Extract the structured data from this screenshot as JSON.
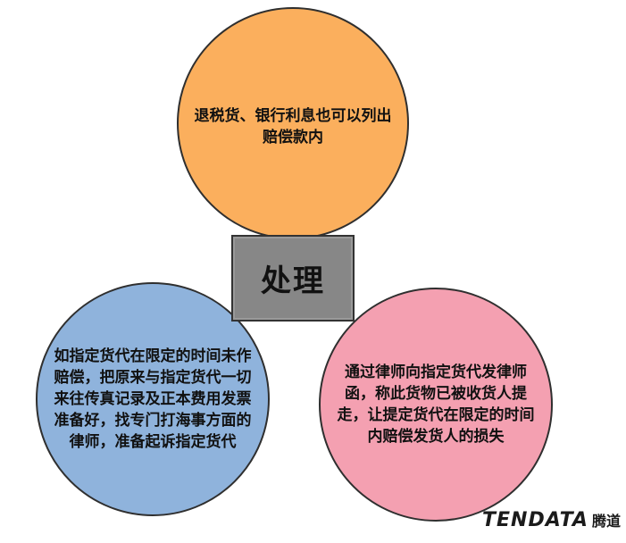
{
  "diagram": {
    "center": {
      "label": "处理",
      "fill": "#878787"
    },
    "top": {
      "text": "退税货、银行利息也可以列出赔偿款内",
      "fill": "#fbaf5d"
    },
    "left": {
      "text": "如指定货代在限定的时间未作赔偿，把原来与指定货代一切来往传真记录及正本费用发票准备好，找专门打海事方面的律师，准备起诉指定货代",
      "fill": "#8fb3dc"
    },
    "right": {
      "text": "通过律师向指定货代发律师函，称此货物已被收货人提走，让提定货代在限定的时间内赔偿发货人的损失",
      "fill": "#f4a0b1"
    }
  },
  "logo": {
    "wordmark": "TENDATA",
    "cn": "腾道"
  }
}
